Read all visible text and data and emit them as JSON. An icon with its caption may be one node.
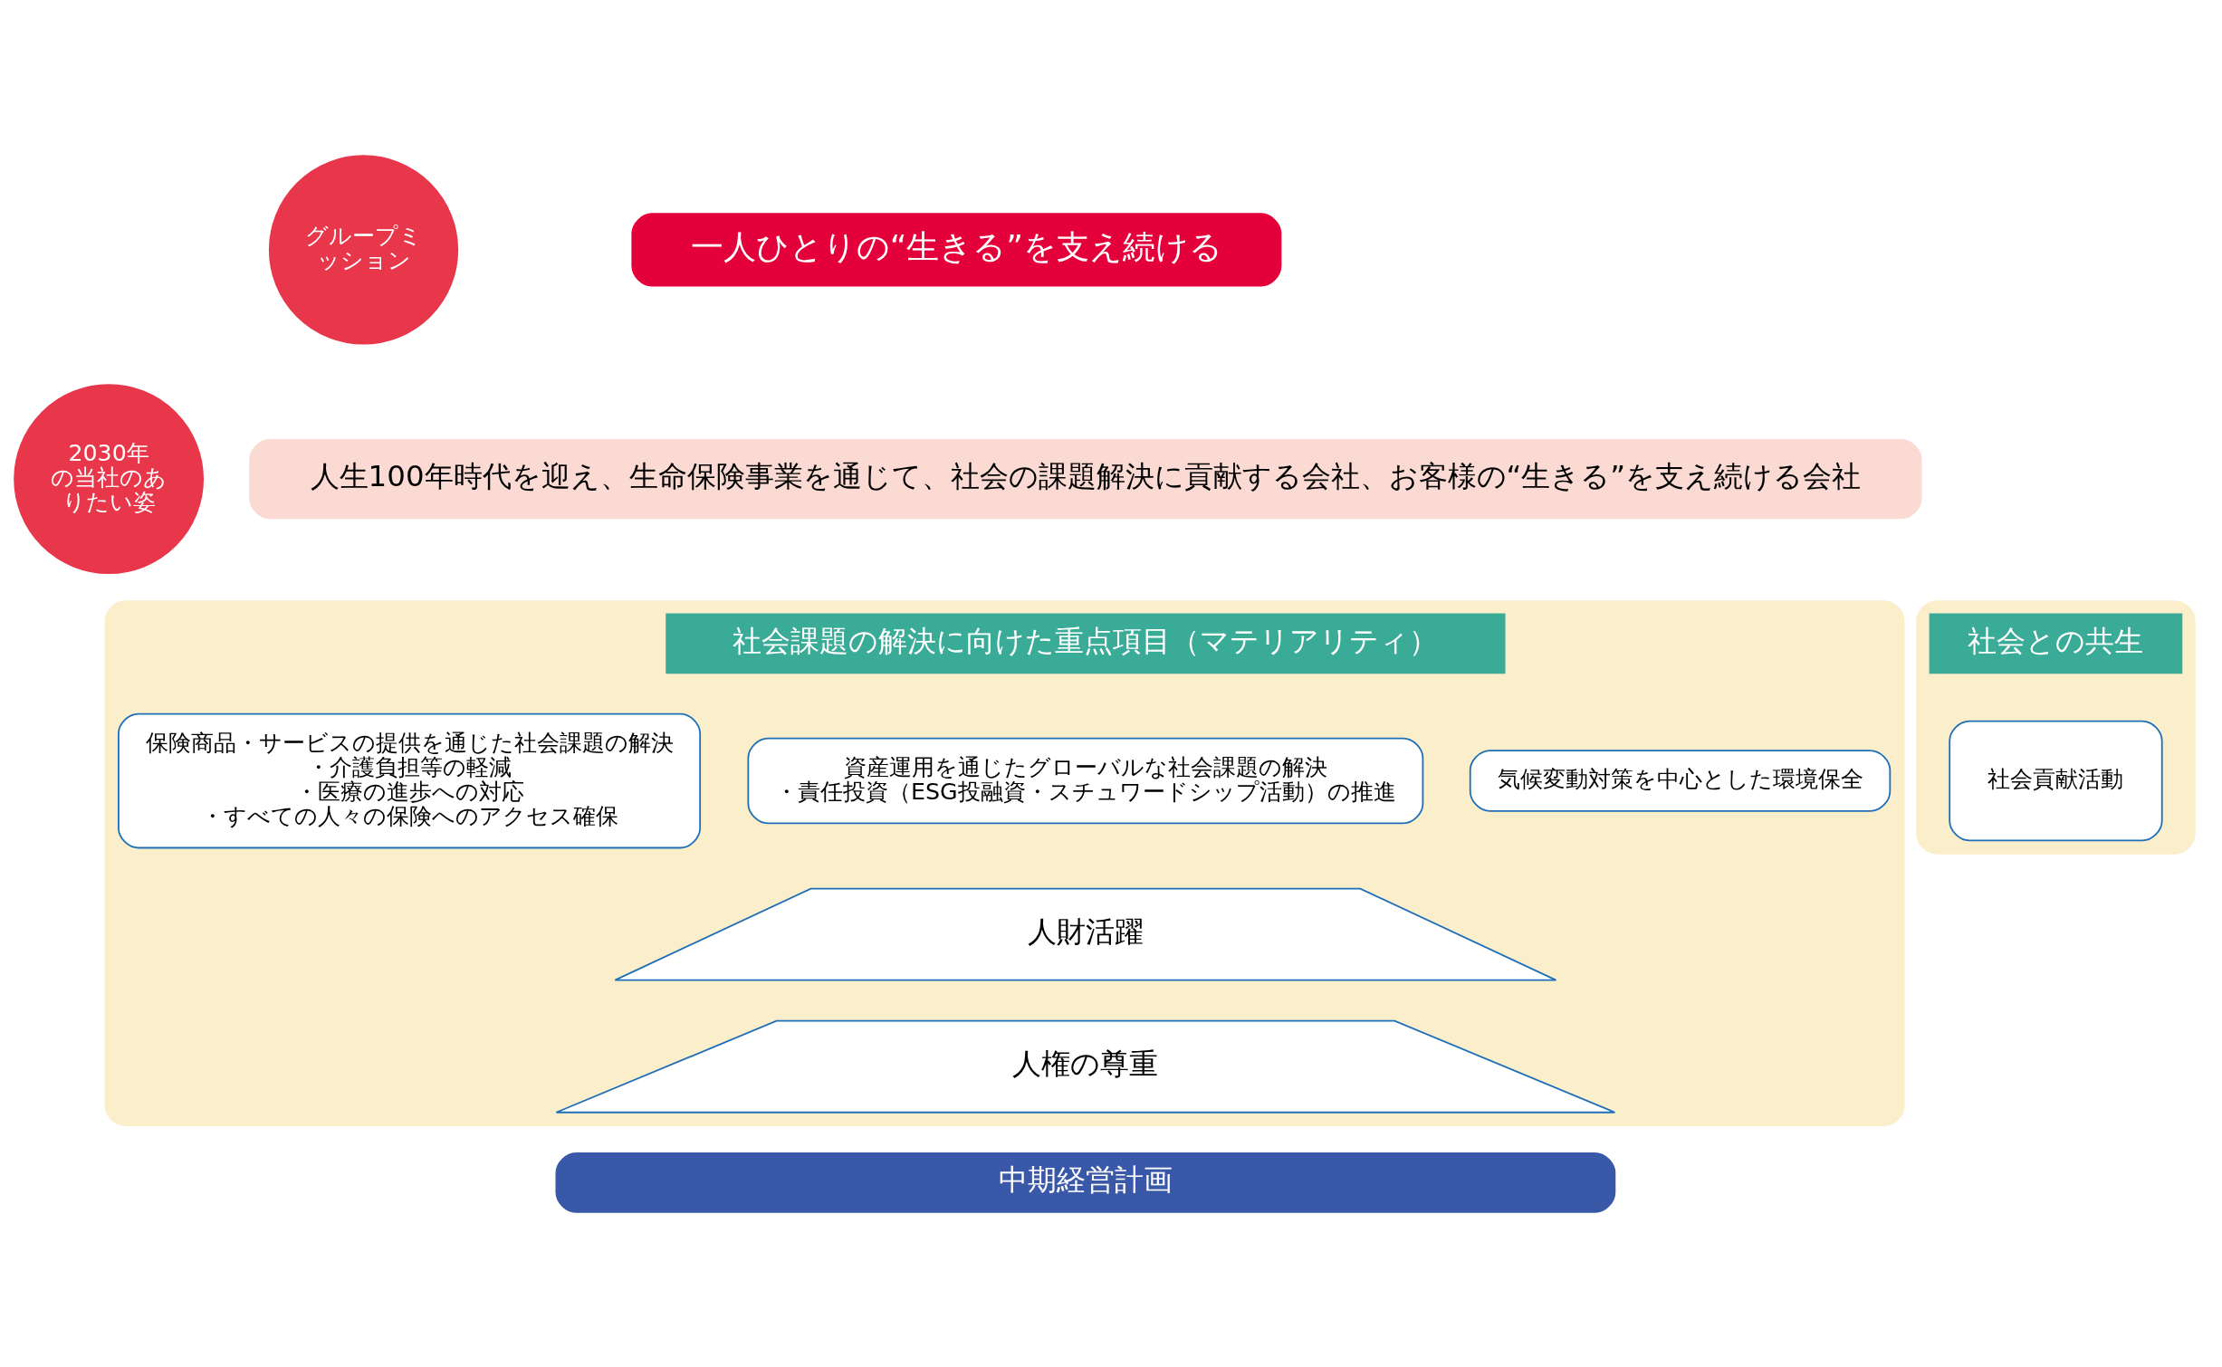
{
  "diagram": {
    "nodes": [
      {
        "text": [
          "グループミッション"
        ]
      },
      {
        "text": [
          "一人ひとりの“生きる”を支え続ける"
        ]
      },
      {
        "text": [
          "2030年の当社のありたい姿"
        ]
      },
      {
        "text": [
          "人生100年時代を迎え、生命保険事業を通じて、社会の課題解決に貢献する会社、お客様の“生きる”を支え続ける会社"
        ]
      },
      {
        "text": [],
        "shape": "box"
      },
      {
        "text": [
          "社会課題の解決に向けた重点項目（マテリアリティ）"
        ],
        "in": 4
      },
      {
        "text": [
          "保険商品・サービスの提供を通じた社会課題の解決",
          "・介護負担等の軽減",
          "・医療の進歩への対応",
          "・すべての人々の保険へのアクセス確保"
        ],
        "in": 4
      },
      {
        "text": [
          "資産運用を通じたグローバルな社会課題の解決",
          "・責任投資（ESG投融資・スチュワードシップ活動）の推進"
        ],
        "in": 4
      },
      {
        "text": [
          "気候変動対策を中心とした環境保全"
        ],
        "in": 4
      },
      {
        "text": [
          "人財活躍"
        ],
        "in": 4
      },
      {
        "text": [
          "人権の尊重"
        ],
        "in": 4
      },
      {
        "text": [],
        "shape": "box"
      },
      {
        "text": [
          "社会との共生"
        ],
        "in": 11
      },
      {
        "text": [
          "社会貢献活動"
        ],
        "in": 11
      },
      {
        "text": [
          "中期経営計画"
        ]
      }
    ],
    "edges": []
  }
}
